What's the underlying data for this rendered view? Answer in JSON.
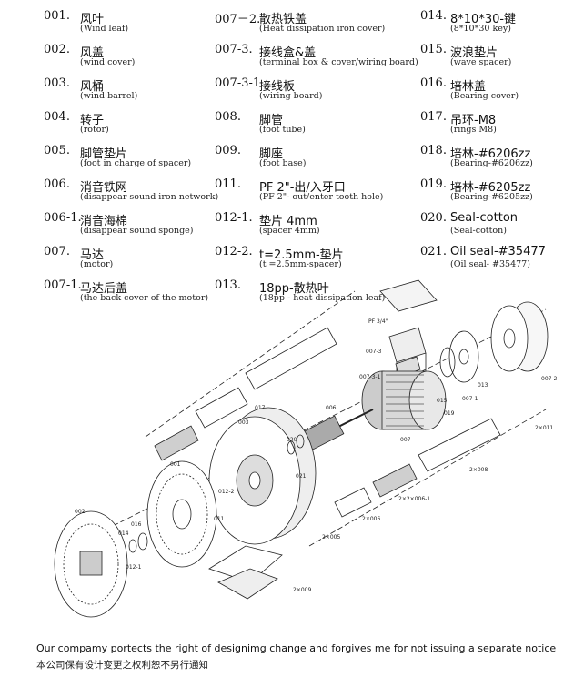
{
  "parts": {
    "col1": [
      {
        "num": "001.",
        "zh": "风叶",
        "en": "(Wind leaf)"
      },
      {
        "num": "002.",
        "zh": "风盖",
        "en": "(wind cover)"
      },
      {
        "num": "003.",
        "zh": "风桶",
        "en": "(wind barrel)"
      },
      {
        "num": "004.",
        "zh": "转子",
        "en": "(rotor)"
      },
      {
        "num": "005.",
        "zh": "脚管垫片",
        "en": "(foot in charge of spacer)"
      },
      {
        "num": "006.",
        "zh": "消音铁网",
        "en": "(disappear sound iron network)"
      },
      {
        "num": "006-1.",
        "zh": "消音海棉",
        "en": "(disappear sound sponge)"
      },
      {
        "num": "007.",
        "zh": "马达",
        "en": "(motor)"
      },
      {
        "num": "007-1.",
        "zh": "马达后盖",
        "en": "(the back cover of the motor)"
      }
    ],
    "col2": [
      {
        "num": "007－2.",
        "zh": "散热铁盖",
        "en": "(Heat dissipation iron cover)"
      },
      {
        "num": "007-3.",
        "zh": "接线盒&盖",
        "en": "(terminal box & cover/wiring board)"
      },
      {
        "num": "007-3-1.",
        "zh": "接线板",
        "en": "(wiring board)"
      },
      {
        "num": "008.",
        "zh": "脚管",
        "en": "(foot tube)"
      },
      {
        "num": "009.",
        "zh": "脚座",
        "en": "(foot base)"
      },
      {
        "num": "011.",
        "zh": "PF 2\"-出/入牙口",
        "en": "(PF 2\"- out/enter tooth hole)"
      },
      {
        "num": "012-1.",
        "zh": "垫片 4mm",
        "en": "(spacer 4mm)"
      },
      {
        "num": "012-2.",
        "zh": "t=2.5mm-垫片",
        "en": "(t =2.5mm-spacer)"
      },
      {
        "num": "013.",
        "zh": "18pp-散热叶",
        "en": "(18pp - heat dissipation leaf)"
      }
    ],
    "col3": [
      {
        "num": "014.",
        "zh": "8*10*30-键",
        "en": "(8*10*30 key)"
      },
      {
        "num": "015.",
        "zh": "波浪垫片",
        "en": "(wave spacer)"
      },
      {
        "num": "016.",
        "zh": "培林盖",
        "en": "(Bearing cover)"
      },
      {
        "num": "017.",
        "zh": "吊环-M8",
        "en": "(rings M8)"
      },
      {
        "num": "018.",
        "zh": "培林-#6206zz",
        "en": "(Bearing-#6206zz)"
      },
      {
        "num": "019.",
        "zh": "培林-#6205zz",
        "en": "(Bearing-#6205zz)"
      },
      {
        "num": "020.",
        "zh": "Seal-cotton",
        "en": "(Seal-cotton)"
      },
      {
        "num": "021.",
        "zh": "Oil seal-#35477",
        "en": "(Oil seal- #35477)"
      }
    ]
  },
  "diagram_labels": {
    "pf": "PF 3/4\"",
    "l0073": "007-3",
    "l00731": "007-3-1",
    "l0072": "007-2",
    "l0071": "007-1",
    "l013": "013",
    "l019": "019",
    "l015": "015",
    "l007": "007",
    "l006": "006",
    "l017": "017",
    "l003": "003",
    "l020": "020",
    "l021": "021",
    "l001": "001",
    "l002": "002",
    "l016": "016",
    "l014": "014",
    "l0121": "012-1",
    "l0122": "012-2",
    "l2x009": "2×009",
    "l2x006": "2×006",
    "l2x0061": "2×2×006-1",
    "l2x008": "2×008",
    "l2x005": "2×005",
    "l2x011": "2×011",
    "l011": "011"
  },
  "footer": {
    "en": "Our compamy portects the right of designimg change and forgives me for not issuing a separate notice",
    "zh": "本公司保有设计变更之权利恕不另行通知"
  }
}
